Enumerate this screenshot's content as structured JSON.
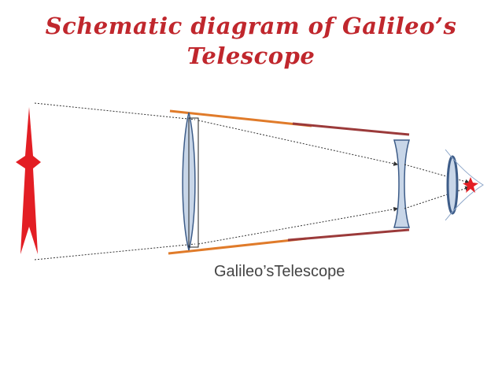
{
  "title": {
    "line1": "Schematic diagram of Galileo’s",
    "line2": "Telescope"
  },
  "caption": "Galileo’sTelescope",
  "colors": {
    "title": "#c0272d",
    "object": "#e31e24",
    "lens_fill": "#c8d6e8",
    "lens_stroke": "#3d5c88",
    "objective_tube": "#e07b2a",
    "eyepiece_tube": "#9b3a3a",
    "ray": "#333333"
  },
  "icons": {
    "object": "red-star-arrow",
    "image": "red-star",
    "eye": "eye-outline"
  }
}
